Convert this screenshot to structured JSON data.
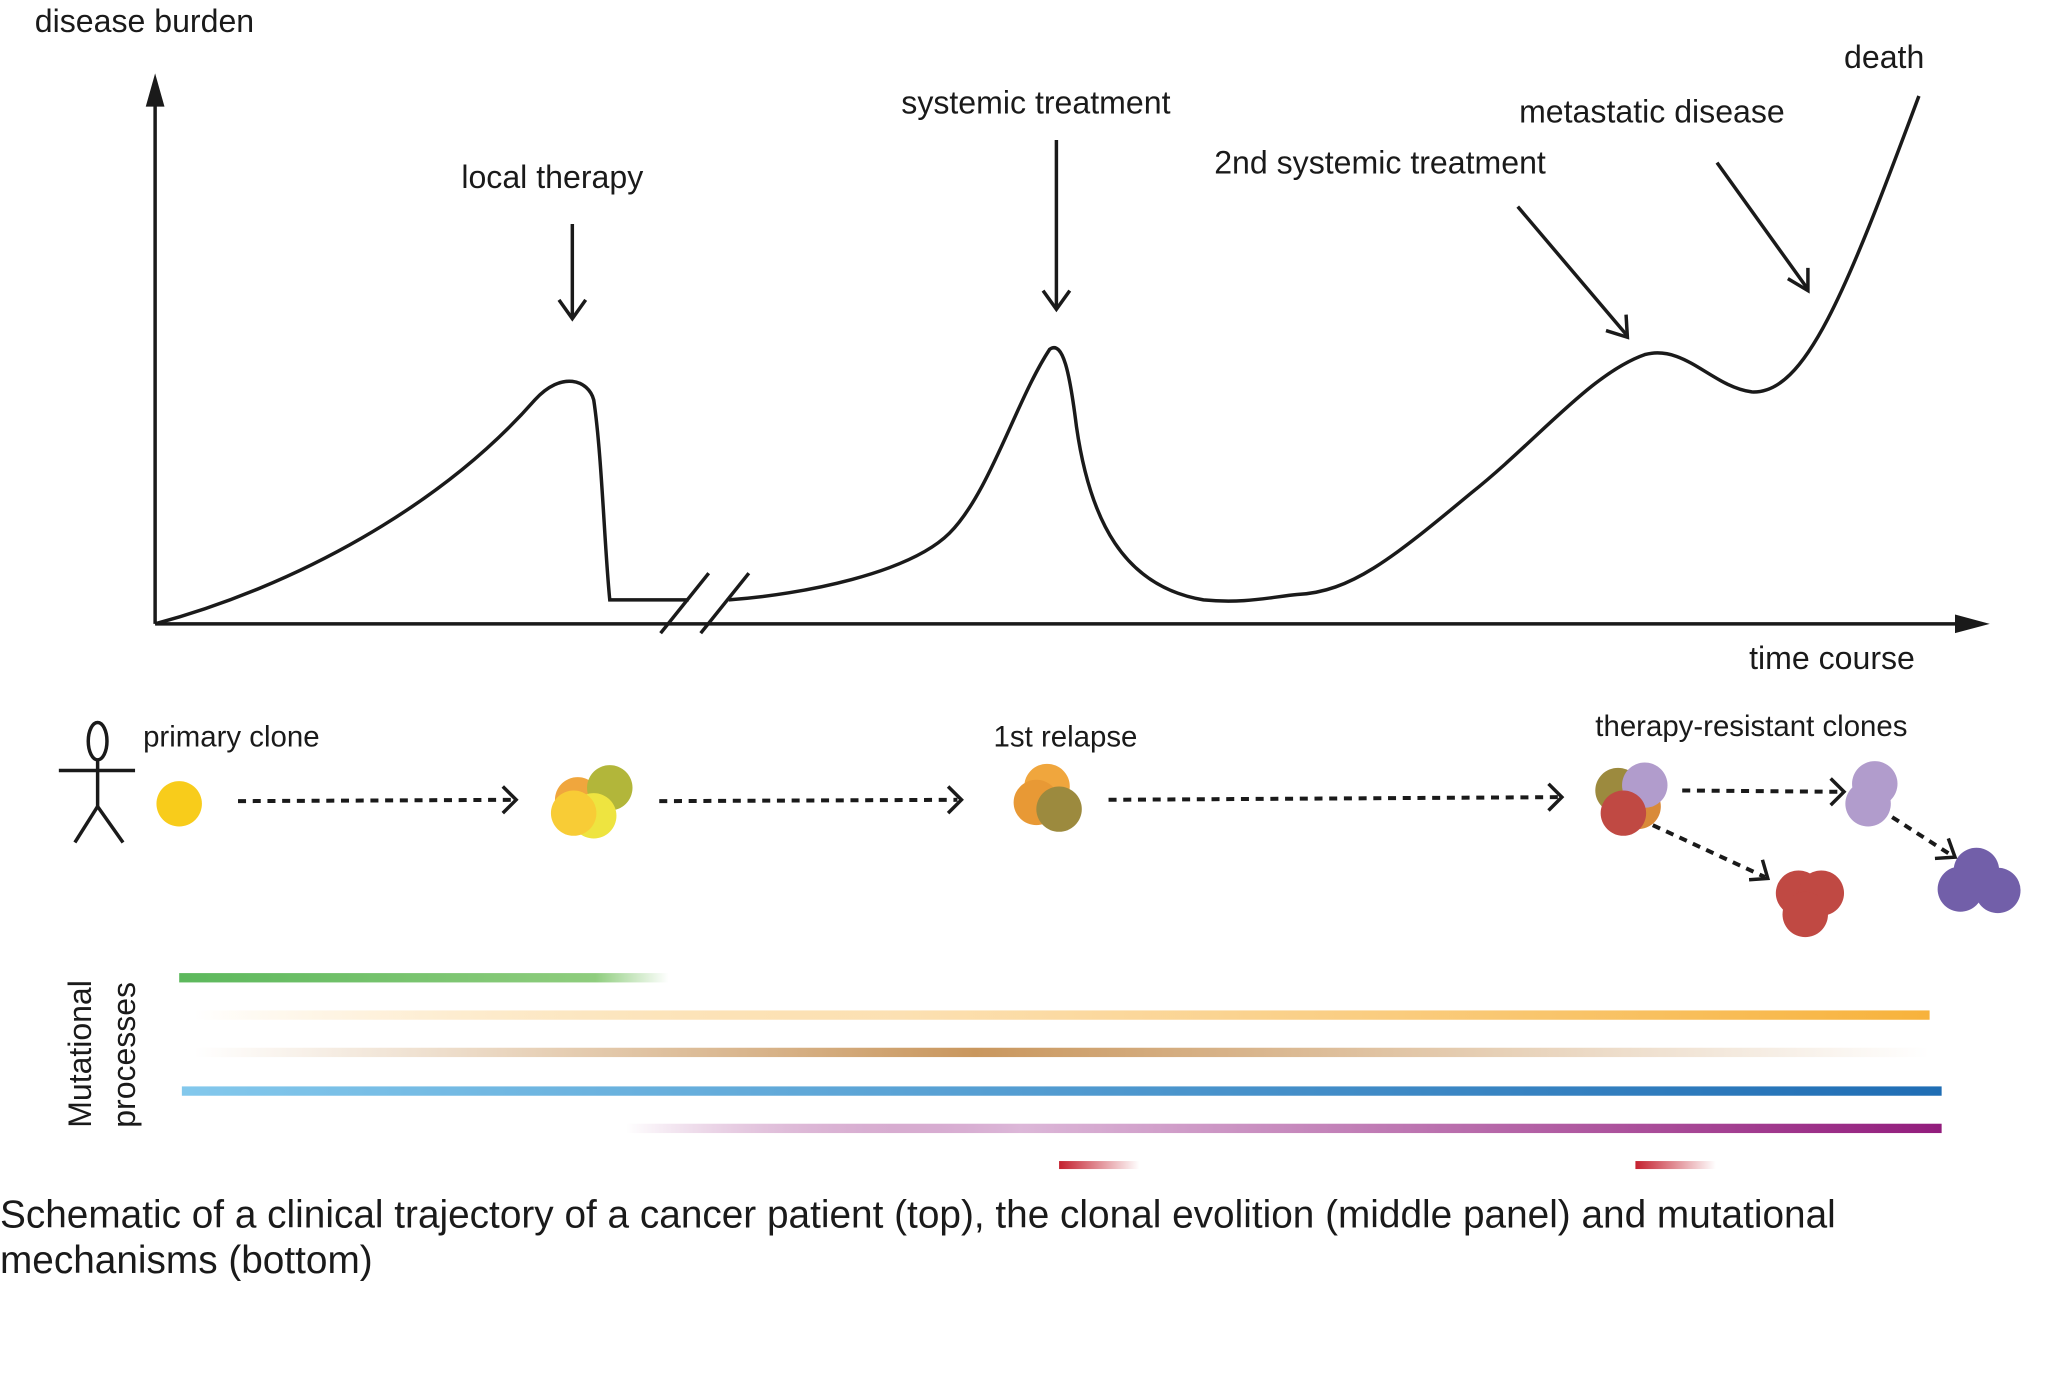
{
  "top_panel": {
    "y_axis_label": "disease burden",
    "x_axis_label": "time course",
    "events": [
      {
        "id": "local-therapy",
        "label": "local therapy"
      },
      {
        "id": "systemic-treatment",
        "label": "systemic treatment"
      },
      {
        "id": "2nd-systemic-treatment",
        "label": "2nd systemic treatment"
      },
      {
        "id": "metastatic-disease",
        "label": "metastatic disease"
      },
      {
        "id": "death",
        "label": "death"
      }
    ]
  },
  "middle_panel": {
    "stages": [
      {
        "id": "primary-clone",
        "label": "primary clone"
      },
      {
        "id": "1st-relapse",
        "label": "1st relapse"
      },
      {
        "id": "therapy-resistant-clones",
        "label": "therapy-resistant clones"
      }
    ],
    "clone_colors": {
      "yellow": "#f8cc1b",
      "orange": "#ee9a23",
      "olive": "#9a8a2c",
      "lime": "#b1b32a",
      "red": "#b8302a",
      "lavender": "#a78fc6",
      "purple": "#5f4a9e"
    }
  },
  "bottom_panel": {
    "axis_label_line1": "Mutational",
    "axis_label_line2": "processes",
    "bar_colors": {
      "green": "#6cbf5e",
      "orange": "#f7b23b",
      "tan": "#c9975e",
      "blue": "#1f6db4",
      "magenta": "#921c7c",
      "red": "#c4212f"
    }
  },
  "caption": {
    "line1": "Schematic of a clinical trajectory of a cancer patient (top), the clonal evolition (middle panel) and mutational",
    "line2": "mechanisms (bottom)"
  }
}
